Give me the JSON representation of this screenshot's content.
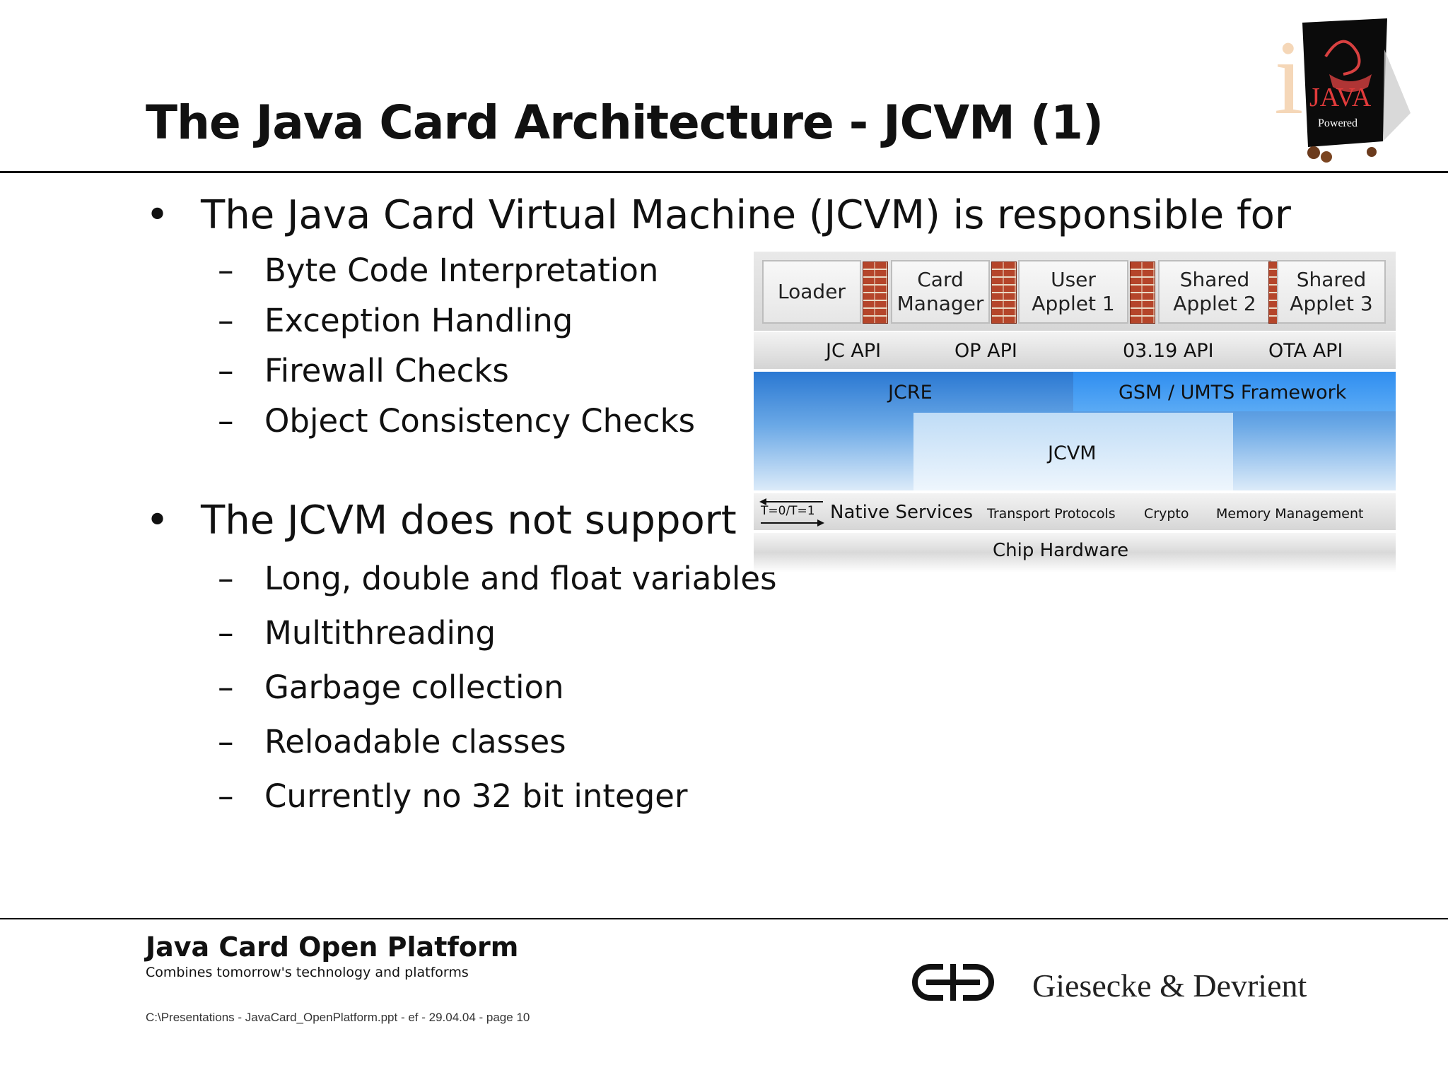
{
  "slide": {
    "title": "The Java Card Architecture - JCVM (1)"
  },
  "section1": {
    "bullet_glyph": "•",
    "heading": "The Java Card Virtual Machine (JCVM) is responsible for",
    "items": [
      "Byte Code Interpretation",
      "Exception Handling",
      "Firewall Checks",
      "Object Consistency Checks"
    ]
  },
  "section2": {
    "bullet_glyph": "•",
    "heading": "The JCVM does not support",
    "items": [
      "Long, double and float variables",
      "Multithreading",
      "Garbage collection",
      "Reloadable classes",
      "Currently no 32 bit integer"
    ]
  },
  "dash": "–",
  "diagram": {
    "applets": [
      "Loader",
      "Card\nManager",
      "User\nApplet 1",
      "Shared\nApplet 2",
      "Shared\nApplet 3"
    ],
    "apis": [
      "JC API",
      "OP API",
      "03.19 API",
      "OTA API"
    ],
    "jcre": "JCRE",
    "framework": "GSM / UMTS Framework",
    "jcvm": "JCVM",
    "protocol_switch": "T=0/T=1",
    "native_services": "Native Services",
    "services": [
      "Transport Protocols",
      "Crypto",
      "Memory Management"
    ],
    "hardware": "Chip Hardware"
  },
  "logo": {
    "java_text": "JAVA",
    "powered_text": "Powered"
  },
  "footer": {
    "title": "Java Card Open Platform",
    "subtitle": "Combines tomorrow's technology and platforms",
    "path": "C:\\Presentations - JavaCard_OpenPlatform.ppt - ef - 29.04.04 - page 10",
    "company": "Giesecke & Devrient"
  },
  "colors": {
    "blue_dark": "#1f6fd0",
    "blue_light": "#dfeefb",
    "brick": "#b5452a"
  }
}
